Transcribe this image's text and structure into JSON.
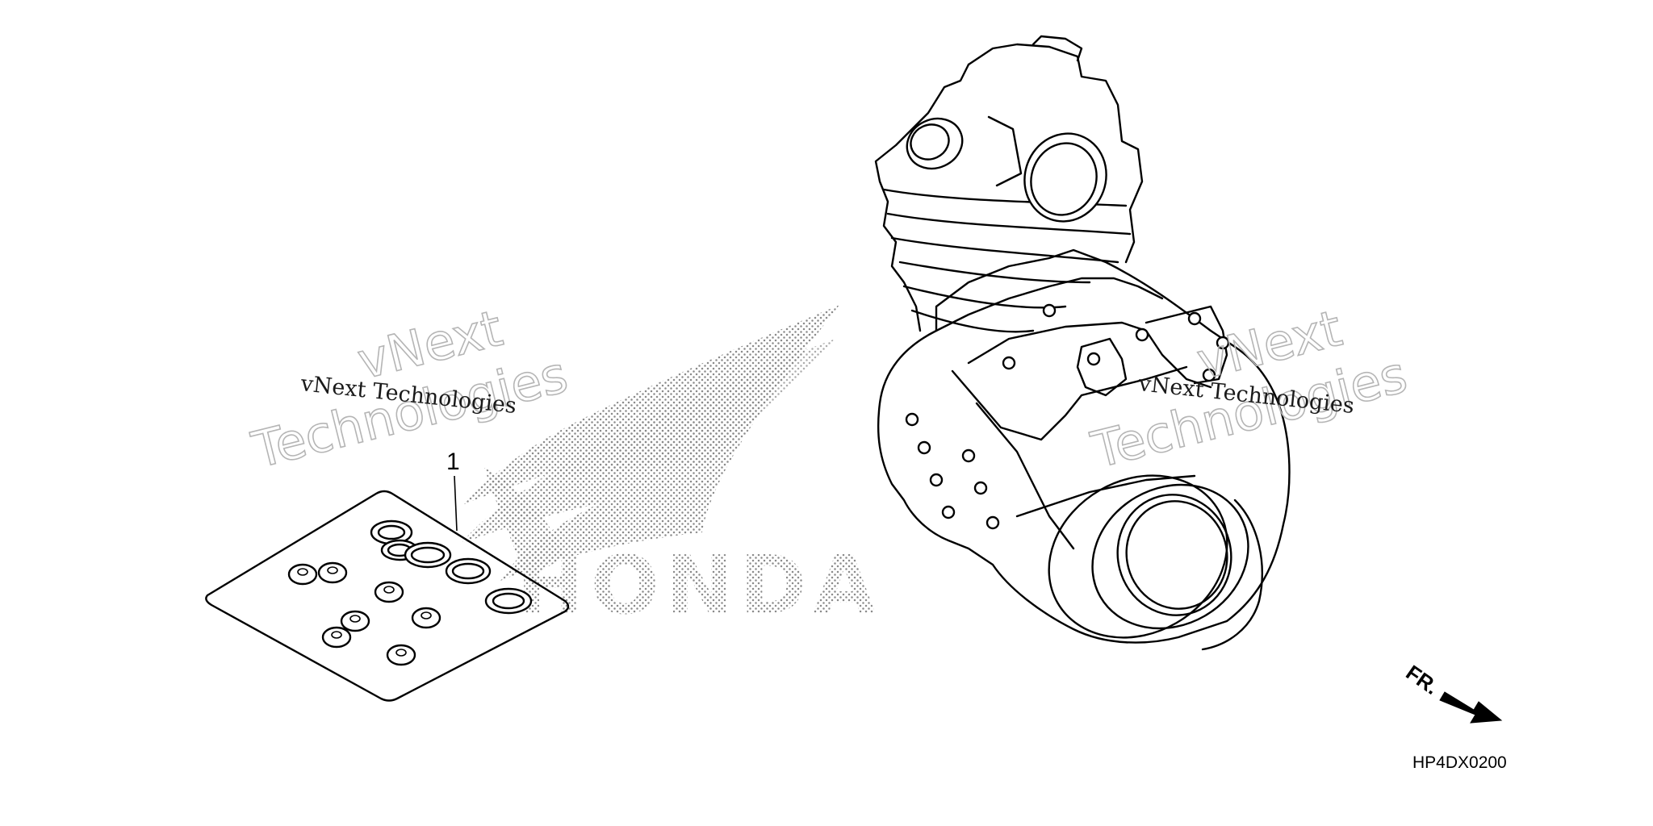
{
  "diagram": {
    "callout_number": "1",
    "diagram_code": "HP4DX0200",
    "front_indicator": "FR.",
    "brand_logo_text": "HONDA",
    "watermark": {
      "brand": "vNext",
      "word": "Technologies",
      "full": "vNext Technologies"
    }
  }
}
